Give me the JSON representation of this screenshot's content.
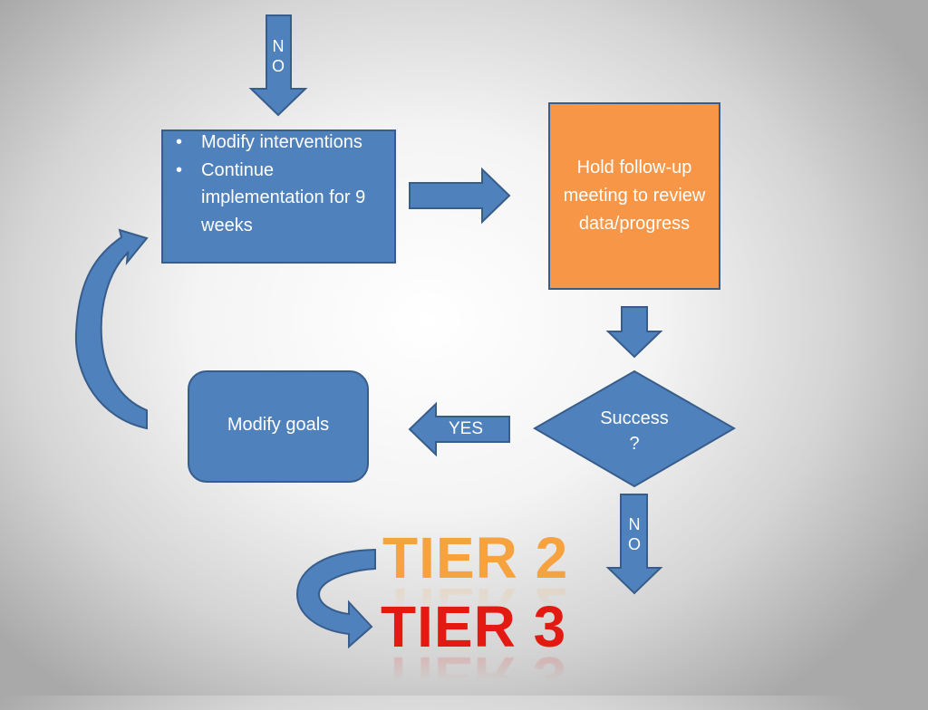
{
  "colors": {
    "blue_fill": "#4f81bd",
    "blue_stroke": "#385d8a",
    "orange_fill": "#f79646",
    "tier2": "#f5a23f",
    "tier3": "#e31a12"
  },
  "top_arrow": {
    "label_line1": "N",
    "label_line2": "O"
  },
  "modify_box": {
    "bullets": [
      "Modify interventions",
      "Continue implementation for 9 weeks"
    ]
  },
  "followup_box": {
    "text": "Hold follow-up meeting to review data/progress"
  },
  "decision": {
    "line1": "Success",
    "line2": "?"
  },
  "yes_arrow": {
    "label": "YES"
  },
  "bottom_arrow": {
    "label_line1": "N",
    "label_line2": "O"
  },
  "goals_box": {
    "text": "Modify goals"
  },
  "tiers": {
    "tier2": "TIER 2",
    "tier3": "TIER 3"
  }
}
